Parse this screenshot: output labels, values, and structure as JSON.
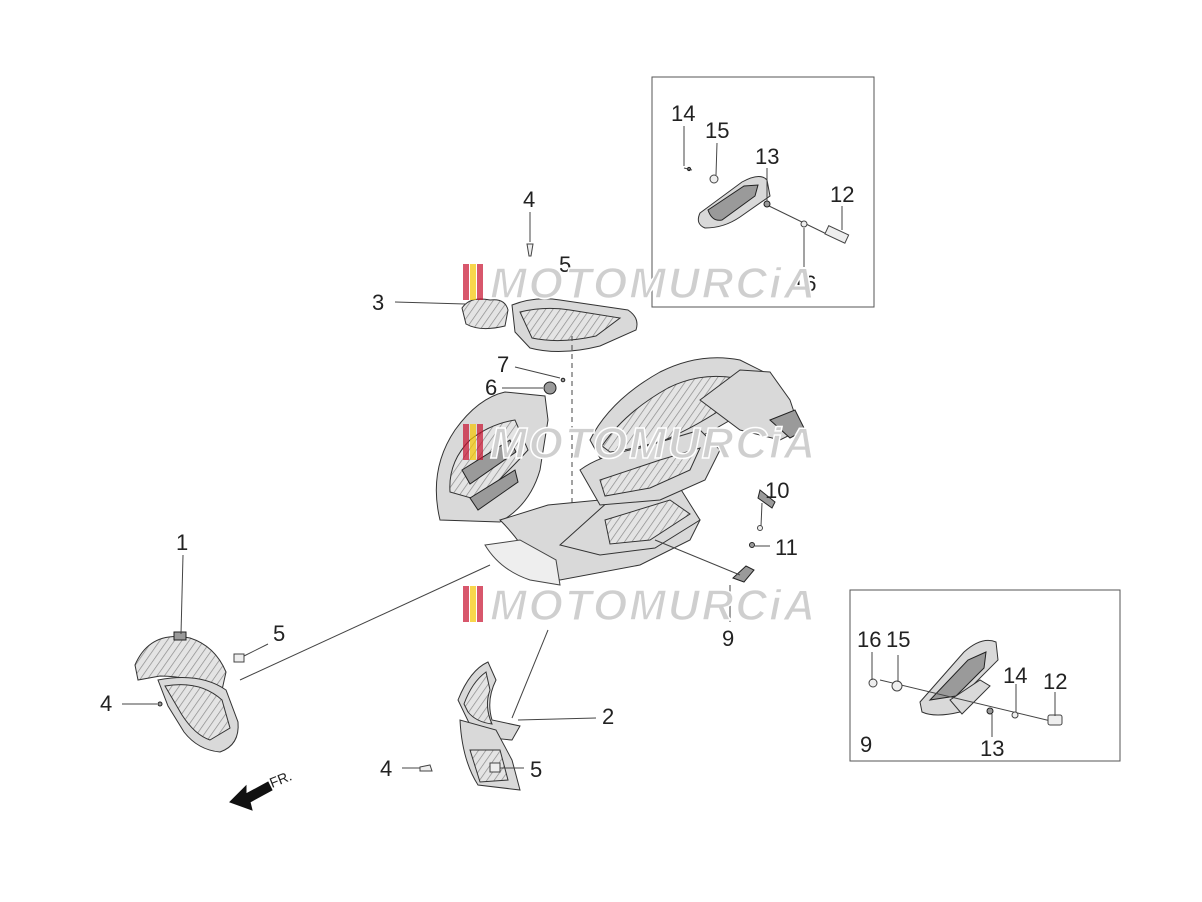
{
  "diagram": {
    "callouts": {
      "c1": "1",
      "c2": "2",
      "c3": "3",
      "c4a": "4",
      "c4b": "4",
      "c4c": "4",
      "c5a": "5",
      "c5b": "5",
      "c5c": "5",
      "c6": "6",
      "c7": "7",
      "c9a": "9",
      "c10": "10",
      "c11": "11",
      "c12a": "12",
      "c13a": "13",
      "c14a": "14",
      "c15a": "15",
      "c16a": "16",
      "c9b": "9",
      "c12b": "12",
      "c13b": "13",
      "c14b": "14",
      "c15b": "15",
      "c16b": "16"
    },
    "direction_label": "FR.",
    "watermark": "MOTOMURCiA"
  },
  "colors": {
    "line": "#333333",
    "part_fill": "#d9d9d9",
    "watermark_flag": [
      "#c8102e",
      "#f5c400",
      "#c8102e"
    ]
  }
}
